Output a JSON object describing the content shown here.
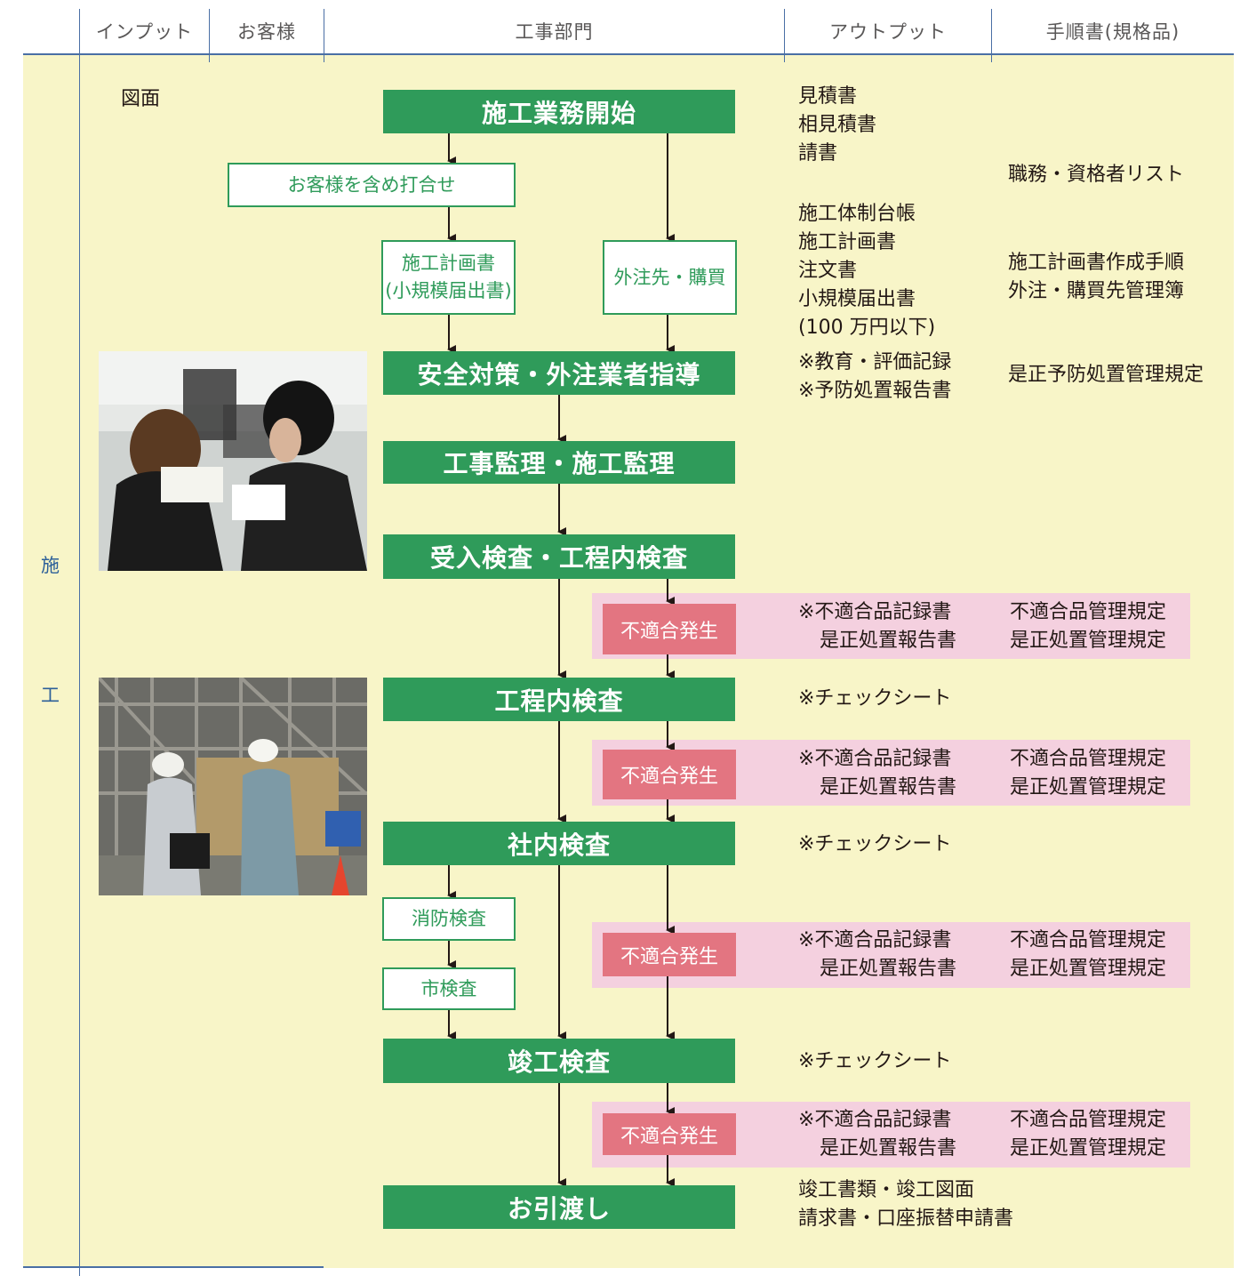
{
  "headers": {
    "input": "インプット",
    "customer": "お客様",
    "construction_dept": "工事部門",
    "output": "アウトプット",
    "procedure": "手順書(規格品)"
  },
  "side_label": {
    "char1": "施",
    "char2": "工"
  },
  "input_label": "図面",
  "steps": {
    "start": "施工業務開始",
    "meeting": "お客様を含め打合せ",
    "plan_line1": "施工計画書",
    "plan_line2": "(小規模届出書)",
    "outsourcing": "外注先・購買",
    "safety": "安全対策・外注業者指導",
    "supervision": "工事監理・施工監理",
    "receiving": "受入検査・工程内検査",
    "in_process": "工程内検査",
    "internal": "社内検査",
    "fire": "消防検査",
    "city": "市検査",
    "completion": "竣工検査",
    "handover": "お引渡し",
    "nonconformity": "不適合発生"
  },
  "outputs": {
    "start": [
      "見積書",
      "相見積書",
      "請書"
    ],
    "plan": [
      "施工体制台帳",
      "施工計画書",
      "注文書",
      "小規模届出書",
      "(100 万円以下)"
    ],
    "safety": [
      "※教育・評価記録",
      "※予防処置報告書"
    ],
    "nonconformity": [
      "※不適合品記録書",
      "是正処置報告書"
    ],
    "checksheet": "※チェックシート",
    "handover": [
      "竣工書類・竣工図面",
      "請求書・口座振替申請書"
    ]
  },
  "procedures": {
    "start": "職務・資格者リスト",
    "plan": [
      "施工計画書作成手順",
      "外注・購買先管理簿"
    ],
    "safety": "是正予防処置管理規定",
    "nonconformity": [
      "不適合品管理規定",
      "是正処置管理規定"
    ]
  },
  "colors": {
    "green": "#2f9b5a",
    "pink_band": "#f4d0df",
    "red_box": "#e37581",
    "background": "#f8f5c8",
    "rule": "#4a6fa5"
  }
}
